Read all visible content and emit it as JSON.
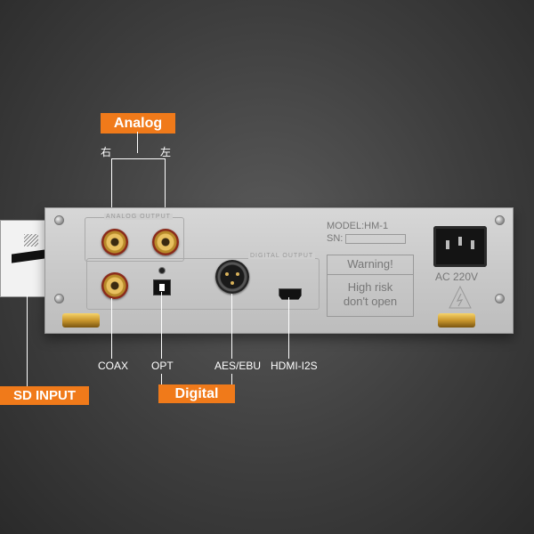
{
  "callouts": {
    "analog": "Analog",
    "digital": "Digital",
    "sd_input": "SD INPUT"
  },
  "channel_labels": {
    "right": "右",
    "left": "左"
  },
  "port_labels": {
    "coax": "COAX",
    "opt": "OPT",
    "aes_ebu": "AES/EBU",
    "hdmi_i2s": "HDMI-I2S"
  },
  "panel": {
    "analog_output_frame": "ANALOG OUTPUT",
    "digital_output_frame": "DIGITAL OUTPUT",
    "model": "MODEL:HM-1",
    "sn": "SN:",
    "warning_title": "Warning!",
    "warning_line1": "High risk",
    "warning_line2": "don't open",
    "ac_label": "AC 220V"
  },
  "colors": {
    "accent": "#f07a1a",
    "gold": "#d9b25a",
    "panel": "#cfcfcf"
  }
}
